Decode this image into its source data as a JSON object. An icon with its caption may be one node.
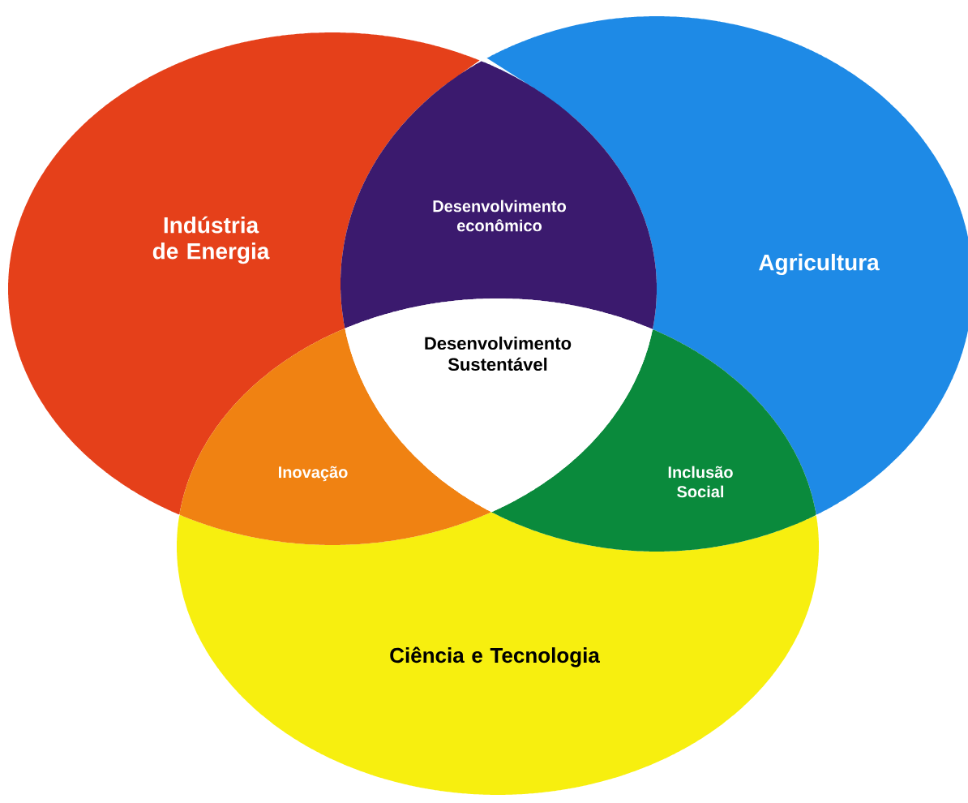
{
  "diagram": {
    "nodes": [
      {
        "text": [
          "Indústria de Energia"
        ]
      },
      {
        "text": [
          "Agricultura"
        ]
      },
      {
        "text": [
          "Ciência e Tecnologia"
        ]
      },
      {
        "text": [
          "Desenvolvimento econômico"
        ]
      },
      {
        "text": [
          "Inovação"
        ]
      },
      {
        "text": [
          "Inclusão Social"
        ]
      },
      {
        "text": [
          "Desenvolvimento Sustentável"
        ]
      }
    ]
  }
}
